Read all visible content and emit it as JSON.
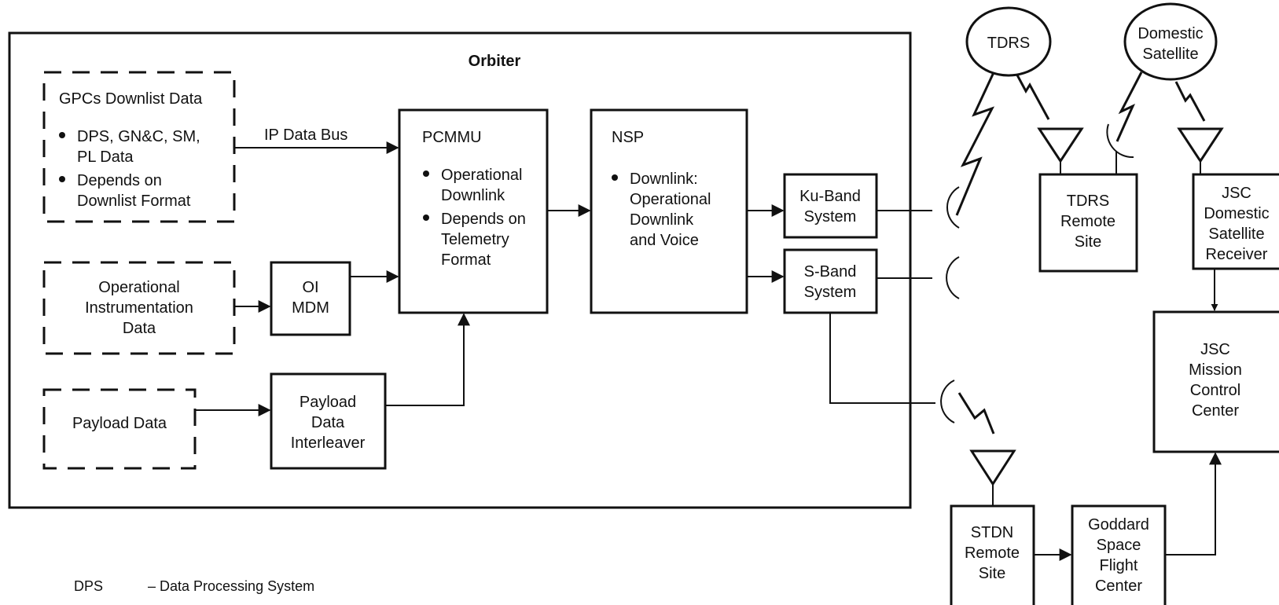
{
  "orbiter": {
    "title": "Orbiter"
  },
  "gpcs": {
    "title": "GPCs Downlist Data",
    "bullet1": [
      "DPS, GN&C, SM,",
      "PL Data"
    ],
    "bullet2": [
      "Depends on",
      "Downlist Format"
    ]
  },
  "op_instr": {
    "lines": [
      "Operational",
      "Instrumentation",
      "Data"
    ]
  },
  "payload_data": {
    "label": "Payload Data"
  },
  "ip_bus": {
    "label": "IP Data Bus"
  },
  "oi_mdm": {
    "lines": [
      "OI",
      "MDM"
    ]
  },
  "pdi": {
    "lines": [
      "Payload",
      "Data",
      "Interleaver"
    ]
  },
  "pcmmu": {
    "title": "PCMMU",
    "bullet1": [
      "Operational",
      "Downlink"
    ],
    "bullet2": [
      "Depends on",
      "Telemetry",
      "Format"
    ]
  },
  "nsp": {
    "title": "NSP",
    "bullet1": [
      "Downlink:",
      "Operational",
      "Downlink",
      "and Voice"
    ]
  },
  "ku_band": {
    "lines": [
      "Ku-Band",
      "System"
    ]
  },
  "s_band": {
    "lines": [
      "S-Band",
      "System"
    ]
  },
  "tdrs": {
    "label": "TDRS"
  },
  "domsat": {
    "lines": [
      "Domestic",
      "Satellite"
    ]
  },
  "tdrs_site": {
    "lines": [
      "TDRS",
      "Remote",
      "Site"
    ]
  },
  "jsc_receiver": {
    "lines": [
      "JSC",
      "Domestic",
      "Satellite",
      "Receiver"
    ]
  },
  "jsc_mcc": {
    "lines": [
      "JSC",
      "Mission",
      "Control",
      "Center"
    ]
  },
  "stdn": {
    "lines": [
      "STDN",
      "Remote",
      "Site"
    ]
  },
  "gsfc": {
    "lines": [
      "Goddard",
      "Space",
      "Flight",
      "Center"
    ]
  },
  "legend": [
    {
      "abbr": "DPS",
      "def": "– Data Processing System"
    }
  ]
}
